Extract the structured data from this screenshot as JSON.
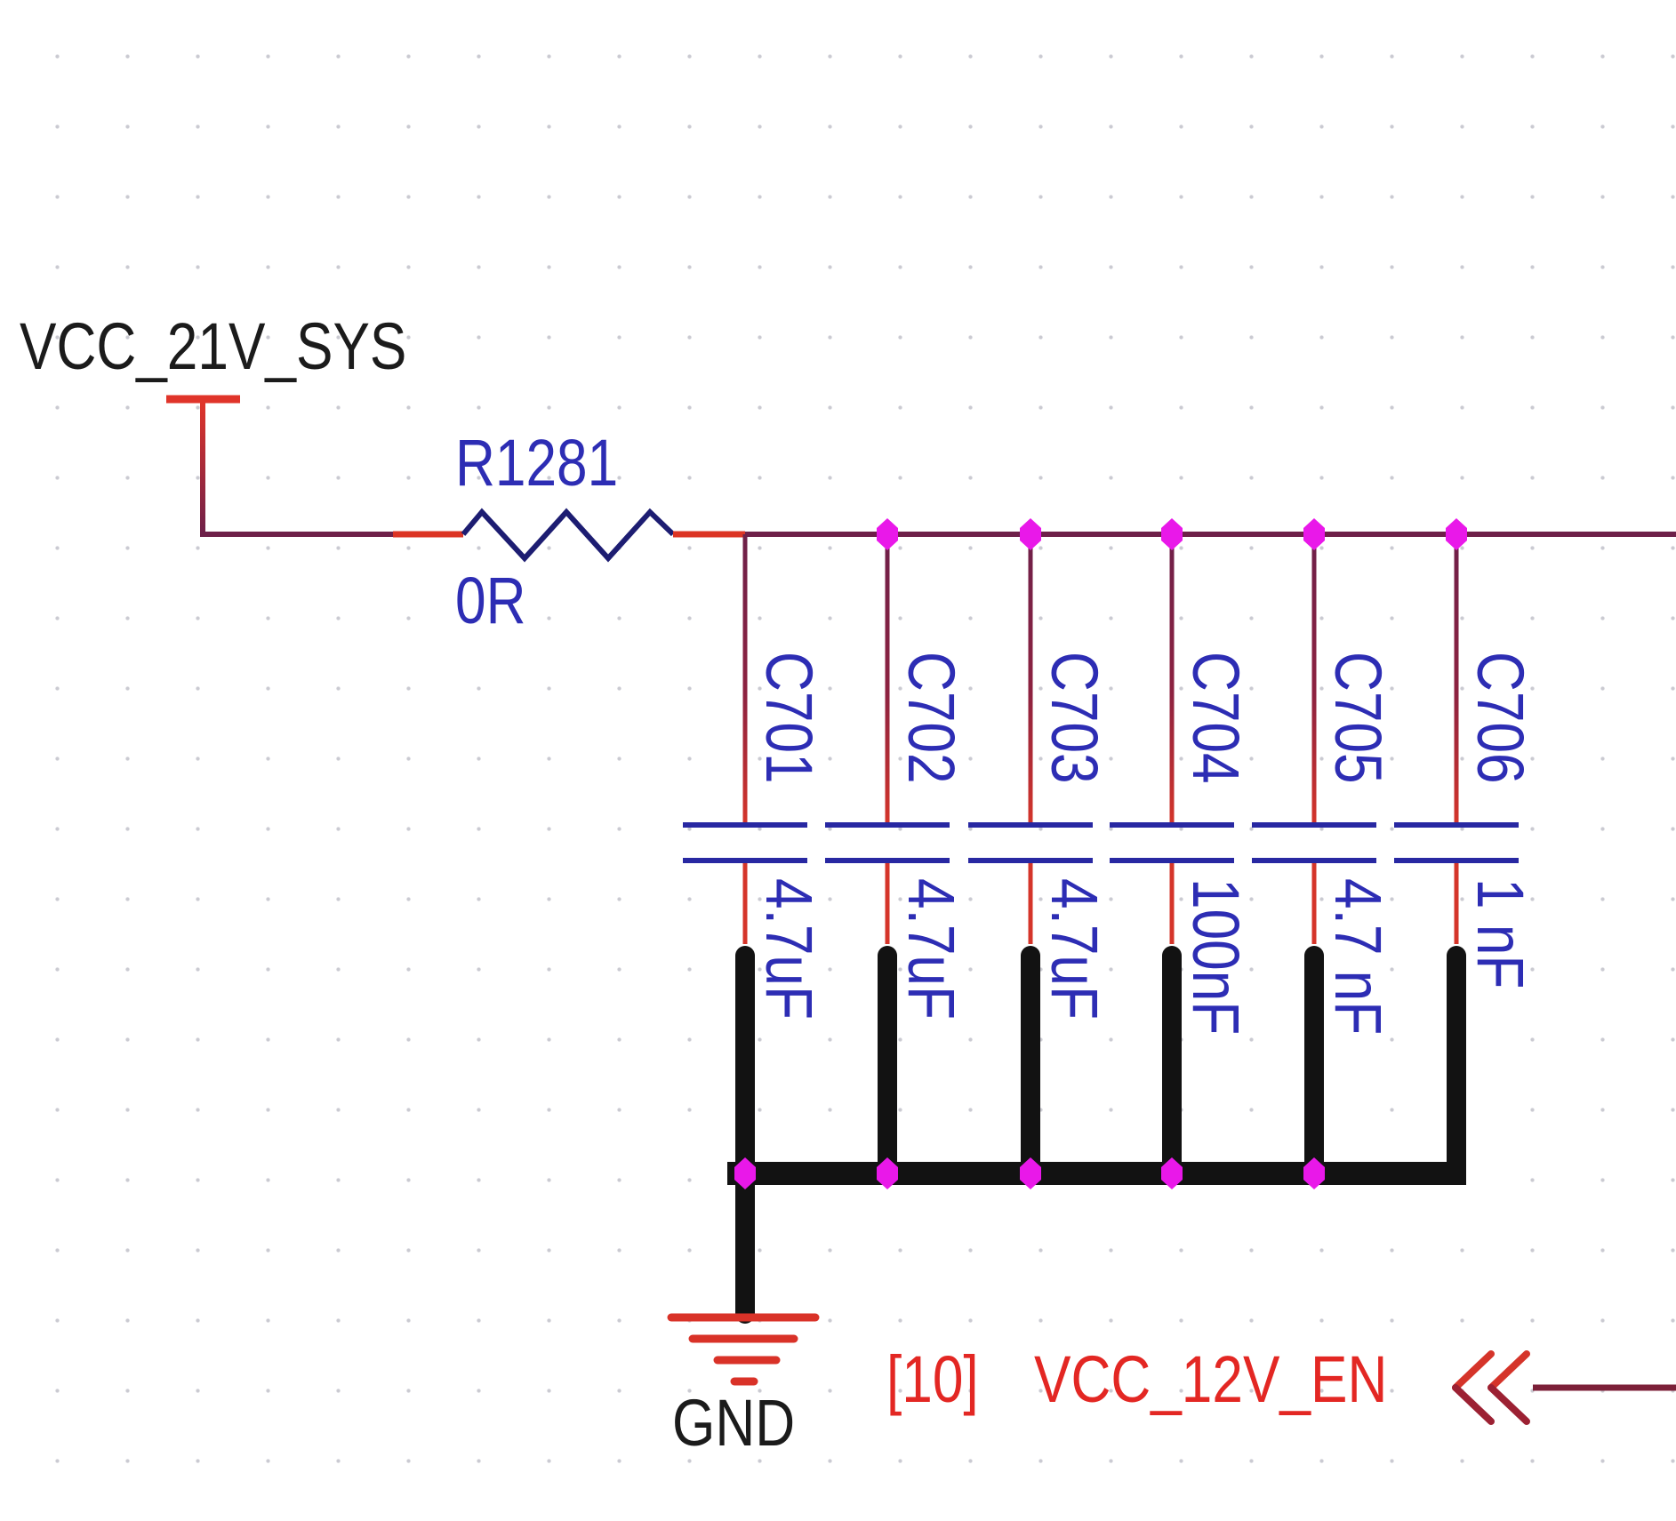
{
  "nets": {
    "power_label": "VCC_21V_SYS",
    "ground_label": "GND",
    "offpage_index": "[10]",
    "offpage_net": "VCC_12V_EN"
  },
  "resistor": {
    "ref": "R1281",
    "value": "0R"
  },
  "capacitors": [
    {
      "ref": "C701",
      "value": "4.7uF"
    },
    {
      "ref": "C702",
      "value": "4.7uF"
    },
    {
      "ref": "C703",
      "value": "4.7uF"
    },
    {
      "ref": "C704",
      "value": "100nF"
    },
    {
      "ref": "C705",
      "value": "4.7 nF"
    },
    {
      "ref": "C706",
      "value": "1 nF"
    }
  ],
  "colors": {
    "wire_maroon": "#6e2049",
    "wire_red": "#dc3424",
    "resistor_navy": "#1d1d72",
    "capacitor_plate_blue": "#2828a2",
    "component_text_blue": "#2d2db4",
    "junction_magenta": "#e918e9",
    "ground_bus_black": "#121212",
    "ground_symbol_red": "#d93228",
    "net_label_red": "#e32723",
    "power_label_black": "#1b1b1b"
  }
}
